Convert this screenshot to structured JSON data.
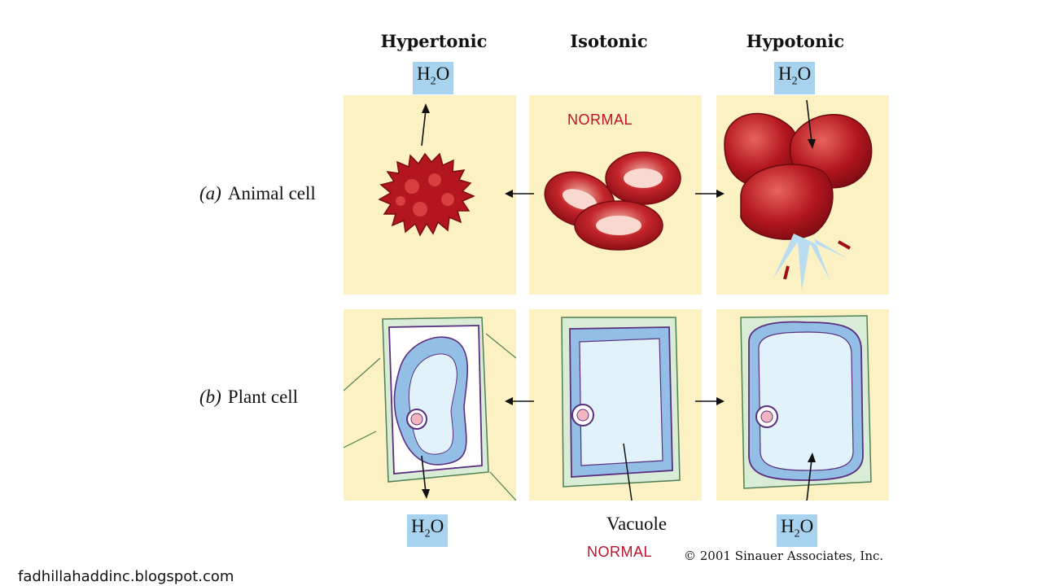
{
  "columns": [
    "Hypertonic",
    "Isotonic",
    "Hypotonic"
  ],
  "rows": [
    {
      "letter": "a",
      "label": "Animal cell"
    },
    {
      "letter": "b",
      "label": "Plant cell"
    }
  ],
  "water": {
    "main": "H",
    "sub": "2",
    "tail": "O"
  },
  "normal_top": "NORMAL",
  "normal_bottom": "NORMAL",
  "vacuole": "Vacuole",
  "copyright": "© 2001 Sinauer Associates, Inc.",
  "watermark": "fadhillahaddinc.blogspot.com",
  "colors": {
    "panel": "#fbf1c3",
    "h2o_box": "#a8d3ee",
    "rbc": "#b3161f",
    "cell_wall": "#d8ecd6",
    "cytoplasm": "#93bfe6",
    "vacuole": "#e1f2fb",
    "membrane": "#5b2e7f",
    "normal_text": "#c0102a"
  }
}
